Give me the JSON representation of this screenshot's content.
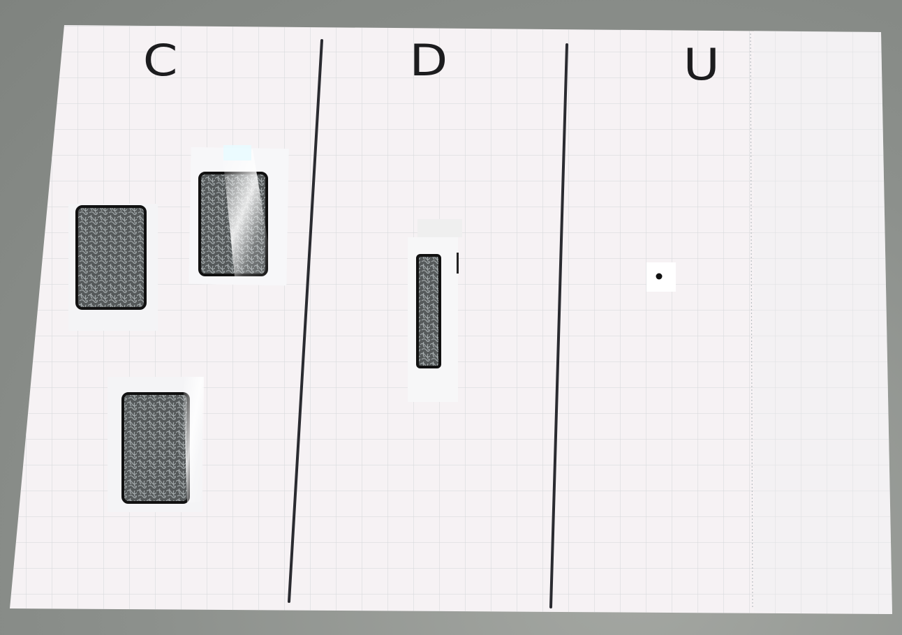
{
  "columns": [
    {
      "heading": "C",
      "card_count": 3
    },
    {
      "heading": "D",
      "card_count": 1
    },
    {
      "heading": "U",
      "card_count": 1
    }
  ],
  "colors": {
    "paper": "#f6f2f4",
    "grid_line": "#cfd3d6",
    "ink": "#1c1c1e",
    "card_fill": "#5c5f5f",
    "background": "#8f9490"
  }
}
